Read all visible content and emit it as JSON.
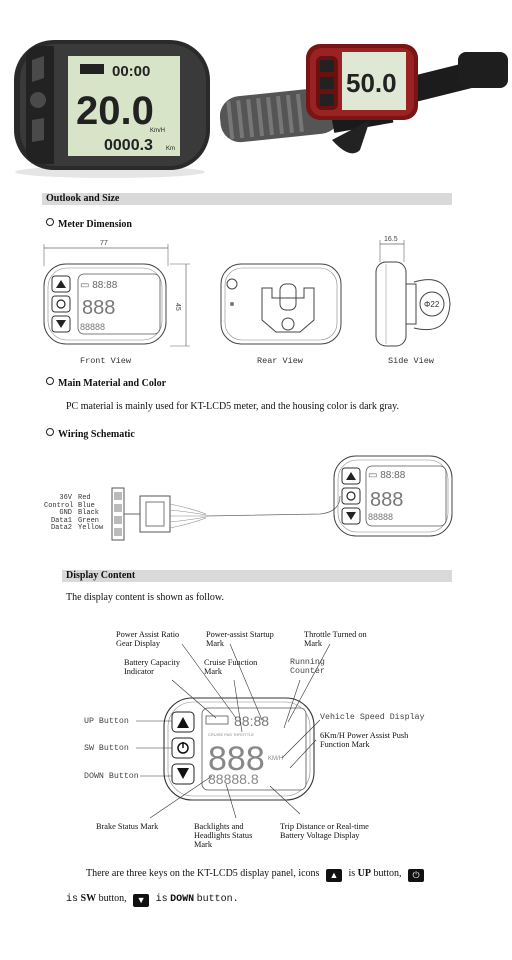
{
  "photo_left": {
    "display_top": "00:00",
    "display_speed": "20.0",
    "display_speed_unit": "Km/H",
    "display_bottom": "0000.3",
    "display_bottom_unit": "Km"
  },
  "photo_right": {
    "display_speed": "50.0"
  },
  "sections": {
    "outlook": "Outlook and Size",
    "display_content": "Display Content"
  },
  "subsections": {
    "meter_dimension": "Meter Dimension",
    "main_material": "Main Material and Color",
    "wiring": "Wiring Schematic"
  },
  "dimensions": {
    "width": "77",
    "height": "45",
    "depth": "16.5",
    "diameter": "Φ22"
  },
  "views": {
    "front": "Front View",
    "rear": "Rear View",
    "side": "Side View"
  },
  "material_text": "PC material is mainly used for KT-LCD5 meter, and the housing color is dark gray.",
  "wiring": {
    "signals": "36V\nControl\nGND\nData1\nData2",
    "colors": "Red\nBlue\nBlack\nGreen\nYellow"
  },
  "display_intro": "The display content is shown as follow.",
  "display_labels": {
    "power_assist_ratio": "Power Assist Ratio\nGear Display",
    "power_assist_startup": "Power-assist Startup\nMark",
    "throttle_turned_on": "Throttle Turned on\nMark",
    "battery_capacity": "Battery Capacity\nIndicator",
    "cruise_function": "Cruise Function\nMark",
    "running_counter": "Running\nCounter",
    "vehicle_speed": "Vehicle Speed Display",
    "push_assist": "6Km/H Power Assist Push\nFunction Mark",
    "up_button": "UP Button",
    "sw_button": "SW Button",
    "down_button": "DOWN Button",
    "brake_status": "Brake Status Mark",
    "backlights": "Backlights and\nHeadlights Status\nMark",
    "trip_distance": "Trip Distance or Real-time\nBattery Voltage Display"
  },
  "keys_text": {
    "part1": "There are three keys on the KT-LCD5 display panel, icons",
    "up_is": "is",
    "up_name": "UP",
    "up_suffix": "button,",
    "sw_is": "is",
    "sw_name": "SW",
    "sw_suffix": "button,",
    "down_is": "is",
    "down_name": "DOWN",
    "down_suffix": "button."
  }
}
